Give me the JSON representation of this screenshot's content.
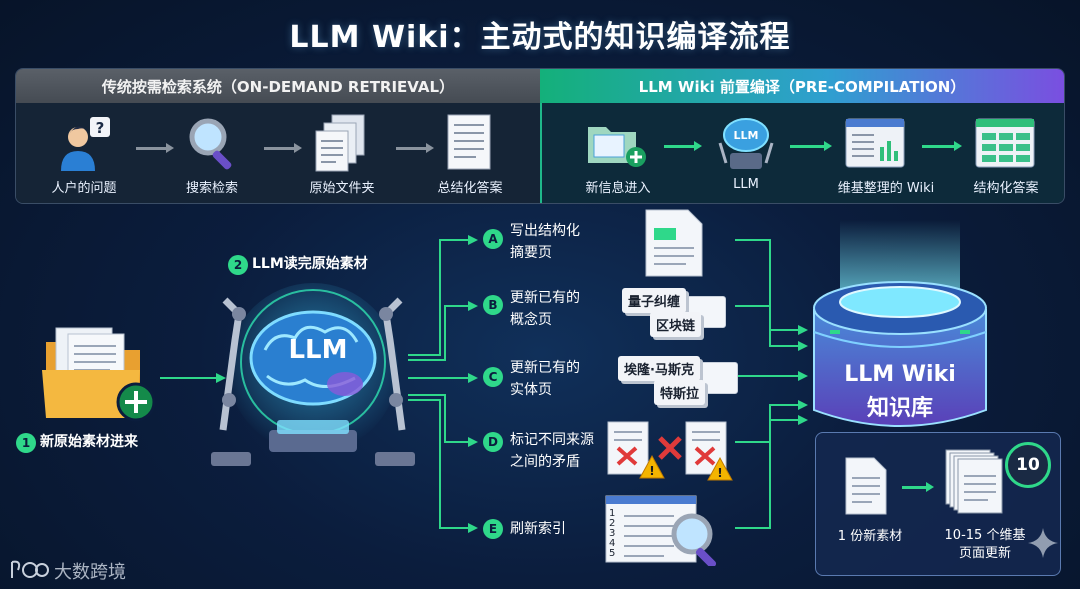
{
  "title": "LLM Wiki：主动式的知识编译流程",
  "top": {
    "left_header": "传统按需检索系统（ON-DEMAND RETRIEVAL）",
    "right_header": "LLM Wiki 前置编译（PRE-COMPILATION）",
    "left_steps": [
      "人户的问题",
      "搜索检索",
      "原始文件夹",
      "总结化答案"
    ],
    "right_steps": [
      "新信息进入",
      "LLM",
      "维基整理的 Wiki",
      "结构化答案"
    ]
  },
  "flow": {
    "step1": "新原始素材进来",
    "step1_num": "1",
    "step2": "LLM读完原始素材",
    "step2_num": "2",
    "brain_label": "LLM",
    "branches": [
      {
        "badge": "A",
        "line1": "写出结构化",
        "line2": "摘要页"
      },
      {
        "badge": "B",
        "line1": "更新已有的",
        "line2": "概念页"
      },
      {
        "badge": "C",
        "line1": "更新已有的",
        "line2": "实体页"
      },
      {
        "badge": "D",
        "line1": "标记不同来源",
        "line2": "之间的矛盾"
      },
      {
        "badge": "E",
        "line1": "刷新索引",
        "line2": ""
      }
    ],
    "concept_tags": [
      "量子纠缠",
      "区块链"
    ],
    "entity_tags": [
      "埃隆·马斯克",
      "特斯拉"
    ],
    "index_numbers": [
      "1",
      "2",
      "3",
      "4",
      "5"
    ]
  },
  "kb": {
    "title_line1": "LLM Wiki",
    "title_line2": "知识库",
    "left_label": "1 份新素材",
    "right_label_line1": "10-15 个维基",
    "right_label_line2": "页面更新",
    "count_badge": "10"
  },
  "watermark": "大数跨境"
}
